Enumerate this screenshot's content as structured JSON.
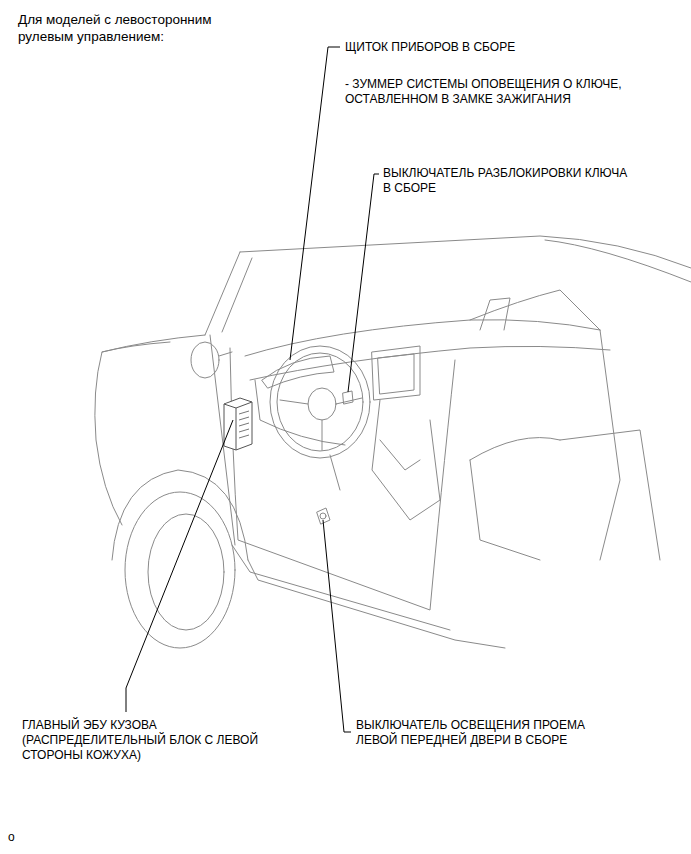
{
  "diagram": {
    "title": "Для моделей с левосторонним рулевым управлением:",
    "labels": [
      "ЩИТОК ПРИБОРОВ В СБОРЕ",
      "- ЗУММЕР СИСТЕМЫ ОПОВЕЩЕНИЯ О КЛЮЧЕ, ОСТАВЛЕННОМ В ЗАМКЕ ЗАЖИГАНИЯ",
      "ВЫКЛЮЧАТЕЛЬ РАЗБЛОКИРОВКИ КЛЮЧА В СБОРЕ",
      "ГЛАВНЫЙ ЭБУ КУЗОВА (РАСПРЕДЕЛИТЕЛЬНЫЙ БЛОК С ЛЕВОЙ СТОРОНЫ КОЖУХА)",
      "ВЫКЛЮЧАТЕЛЬ ОСВЕЩЕНИЯ ПРОЕМА ЛЕВОЙ ПЕРЕДНЕЙ ДВЕРИ В СБОРЕ",
      "o"
    ]
  }
}
